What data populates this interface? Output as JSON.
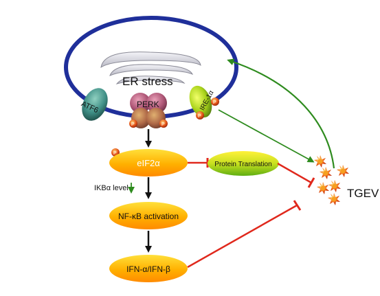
{
  "labels": {
    "er_stress": "ER stress",
    "atf6": "ATF6",
    "perk": "PERK",
    "ire1a": "IRE-1α",
    "phospho": "P",
    "eif2a": "eIF2α",
    "protein_translation": "Protein Translation",
    "ikba_level": "IKBα level",
    "nfkb_activation": "NF-κB activation",
    "ifn": "IFN-α/IFN-β",
    "tgev": "TGEV"
  },
  "colors": {
    "er_ring": "#1f2f9a",
    "activation_arrow": "#2e8b1e",
    "inhibition_bar": "#e0281c",
    "pathway_arrow": "#111111",
    "node_orange": "#ff9a00",
    "node_yellow": "#ffd21a",
    "protein_translation_fill": "#8fcf1a",
    "perk_fill": "#b45a7a",
    "atf6_fill": "#3f8f86",
    "ire1a_fill": "#a9d21a",
    "phospho_fill": "#e5541a",
    "virus_fill": "#e23b10"
  }
}
